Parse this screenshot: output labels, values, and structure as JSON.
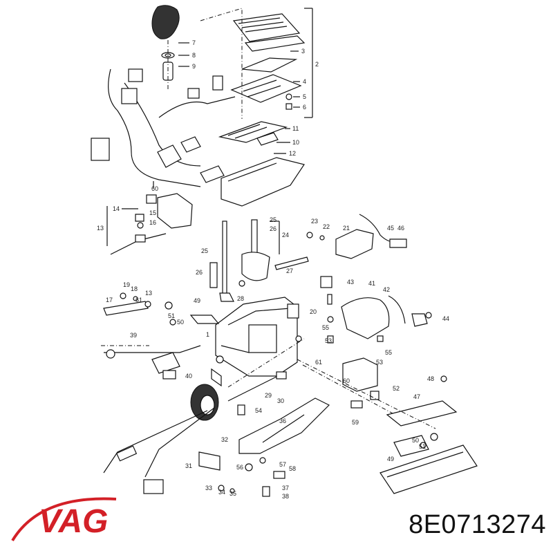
{
  "diagram": {
    "part_labels": [
      "1",
      "2",
      "3",
      "4",
      "5",
      "6",
      "7",
      "8",
      "9",
      "10",
      "11",
      "12",
      "13",
      "14",
      "15",
      "16",
      "17",
      "18",
      "19",
      "20",
      "21",
      "22",
      "23",
      "24",
      "25",
      "25",
      "26",
      "26",
      "27",
      "28",
      "29",
      "30",
      "31",
      "32",
      "33",
      "34",
      "35",
      "36",
      "37",
      "38",
      "39",
      "40",
      "41",
      "42",
      "43",
      "44",
      "45",
      "46",
      "47",
      "48",
      "49",
      "49",
      "50",
      "50",
      "51",
      "51",
      "52",
      "53",
      "53",
      "54",
      "55",
      "55",
      "56",
      "57",
      "58",
      "59",
      "60",
      "60",
      "61",
      "61"
    ],
    "colors": {
      "line": "#111111",
      "brand_red": "#d32027",
      "background": "#ffffff"
    }
  },
  "brand": {
    "logo_text": "VAG"
  },
  "part_number": "8E0713274"
}
